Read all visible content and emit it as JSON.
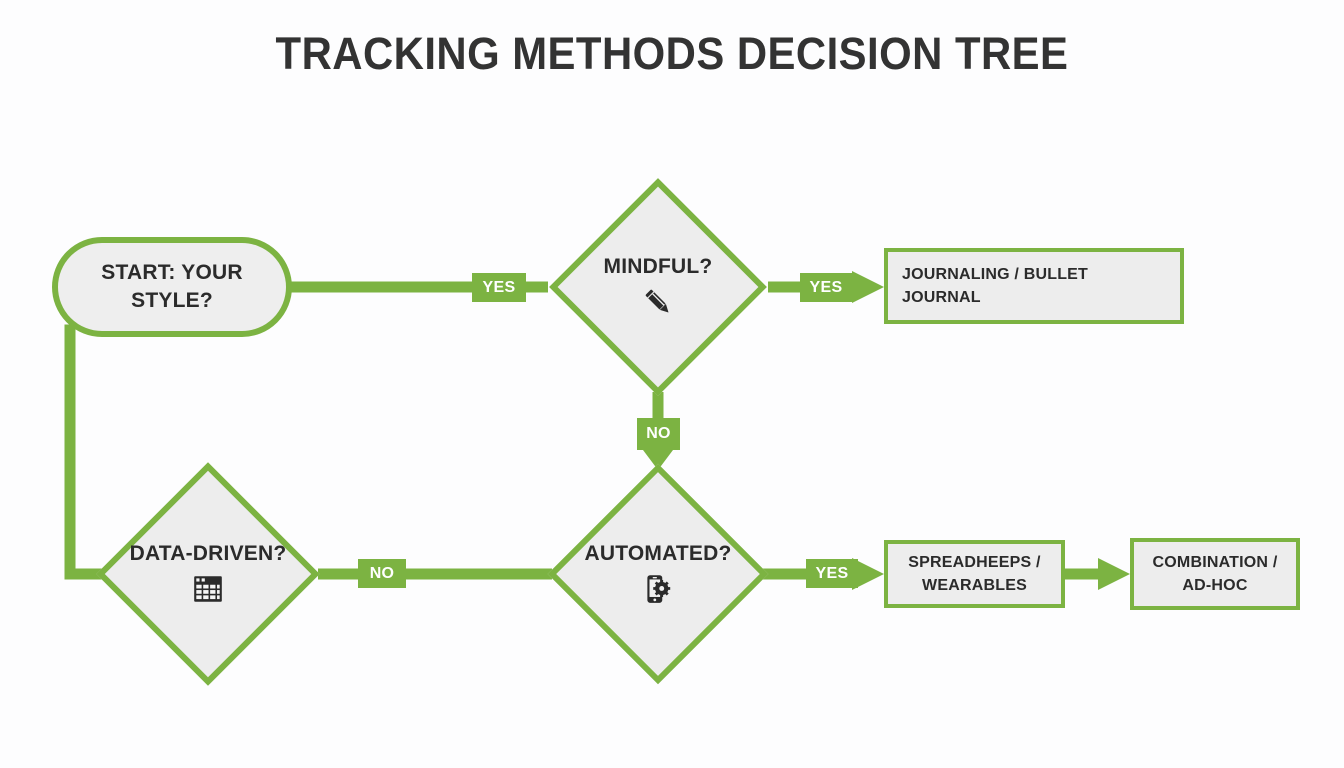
{
  "page": {
    "title": "TRACKING METHODS DECISION TREE",
    "background_color": "#fdfdfe",
    "accent_color": "#7cb342",
    "node_fill_color": "#ededed",
    "text_color": "#2b2b2b"
  },
  "nodes": {
    "start": {
      "label": "START: YOUR STYLE?",
      "line1": "START: YOUR",
      "line2": "STYLE?",
      "shape": "stadium"
    },
    "mindful": {
      "label": "MINDFUL?",
      "shape": "diamond",
      "icon": "pencil-icon"
    },
    "data_driven": {
      "label": "DATA-DRIVEN?",
      "shape": "diamond",
      "icon": "spreadsheet-icon"
    },
    "automated": {
      "label": "AUTOMATED?",
      "shape": "diamond",
      "icon": "phone-gear-icon"
    },
    "journaling": {
      "line1": "JOURNALING / BULLET",
      "line2": "JOURNAL",
      "shape": "rectangle"
    },
    "spreadsheets": {
      "line1": "SPREADHEEPS /",
      "line2": "WEARABLES",
      "shape": "rectangle"
    },
    "combination": {
      "line1": "COMBINATION /",
      "line2": "AD-HOC",
      "shape": "rectangle"
    }
  },
  "edges": {
    "start_to_mindful": "YES",
    "mindful_to_journaling": "YES",
    "mindful_to_automated": "NO",
    "data_driven_to_automated": "NO",
    "automated_to_spreadsheets": "YES",
    "spreadsheets_to_combination": ""
  }
}
